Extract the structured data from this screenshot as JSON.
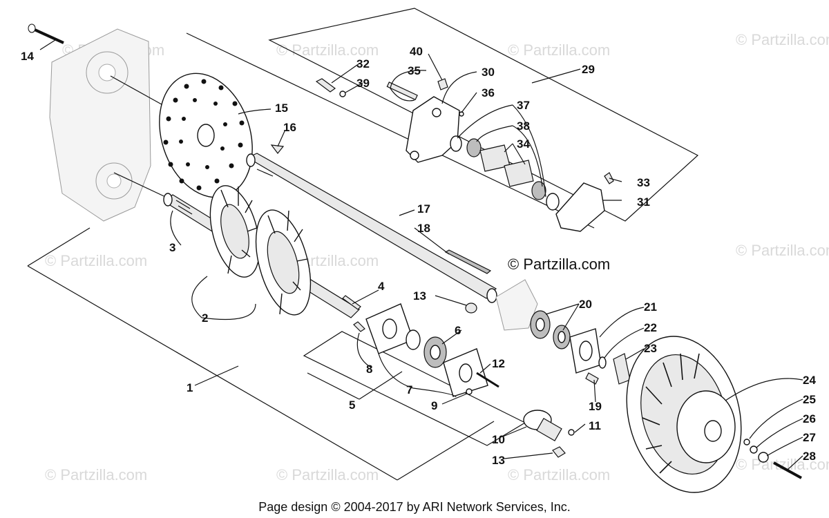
{
  "watermark": "© Partzilla.com",
  "copyright_label": "© Partzilla.com",
  "footer": "Page design © 2004-2017 by ARI Network Services, Inc.",
  "callouts": {
    "p1": "1",
    "p2": "2",
    "p3": "3",
    "p4": "4",
    "p5": "5",
    "p6": "6",
    "p7": "7",
    "p8": "8",
    "p9": "9",
    "p10": "10",
    "p11": "11",
    "p12": "12",
    "p13a": "13",
    "p13b": "13",
    "p14": "14",
    "p15": "15",
    "p16": "16",
    "p17": "17",
    "p18": "18",
    "p19": "19",
    "p20": "20",
    "p21": "21",
    "p22": "22",
    "p23": "23",
    "p24": "24",
    "p25": "25",
    "p26": "26",
    "p27": "27",
    "p28": "28",
    "p29": "29",
    "p30": "30",
    "p31": "31",
    "p32": "32",
    "p33": "33",
    "p34": "34",
    "p35": "35",
    "p36": "36",
    "p37": "37",
    "p38": "38",
    "p39": "39",
    "p40": "40"
  }
}
